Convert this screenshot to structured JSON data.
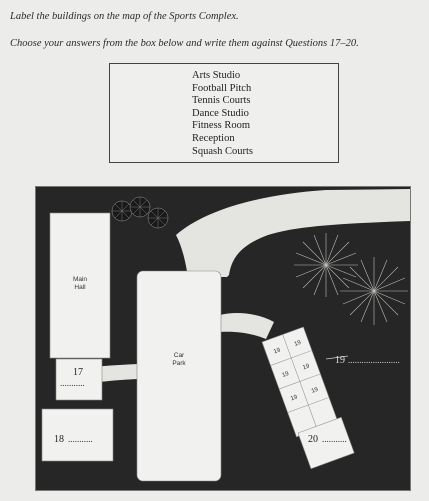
{
  "instructions": {
    "line1": "Label the buildings on the map of the Sports Complex.",
    "line2": "Choose your answers from the box below and write them against Questions 17–20."
  },
  "options": [
    "Arts Studio",
    "Football Pitch",
    "Tennis Courts",
    "Dance Studio",
    "Fitness Room",
    "Reception",
    "Squash Courts"
  ],
  "map": {
    "main_hall_line1": "Main",
    "main_hall_line2": "Hall",
    "car_park_line1": "Car",
    "car_park_line2": "Park",
    "q17": "17",
    "q18": "18",
    "q19": "19",
    "q20": "20",
    "court_label": "19",
    "answer_dots_long": "...........",
    "answer_dots_short": "...........",
    "answer_line": "......................."
  },
  "colors": {
    "ground": "#262626",
    "path": "#e4e4e1",
    "building": "#f1f1ef"
  }
}
